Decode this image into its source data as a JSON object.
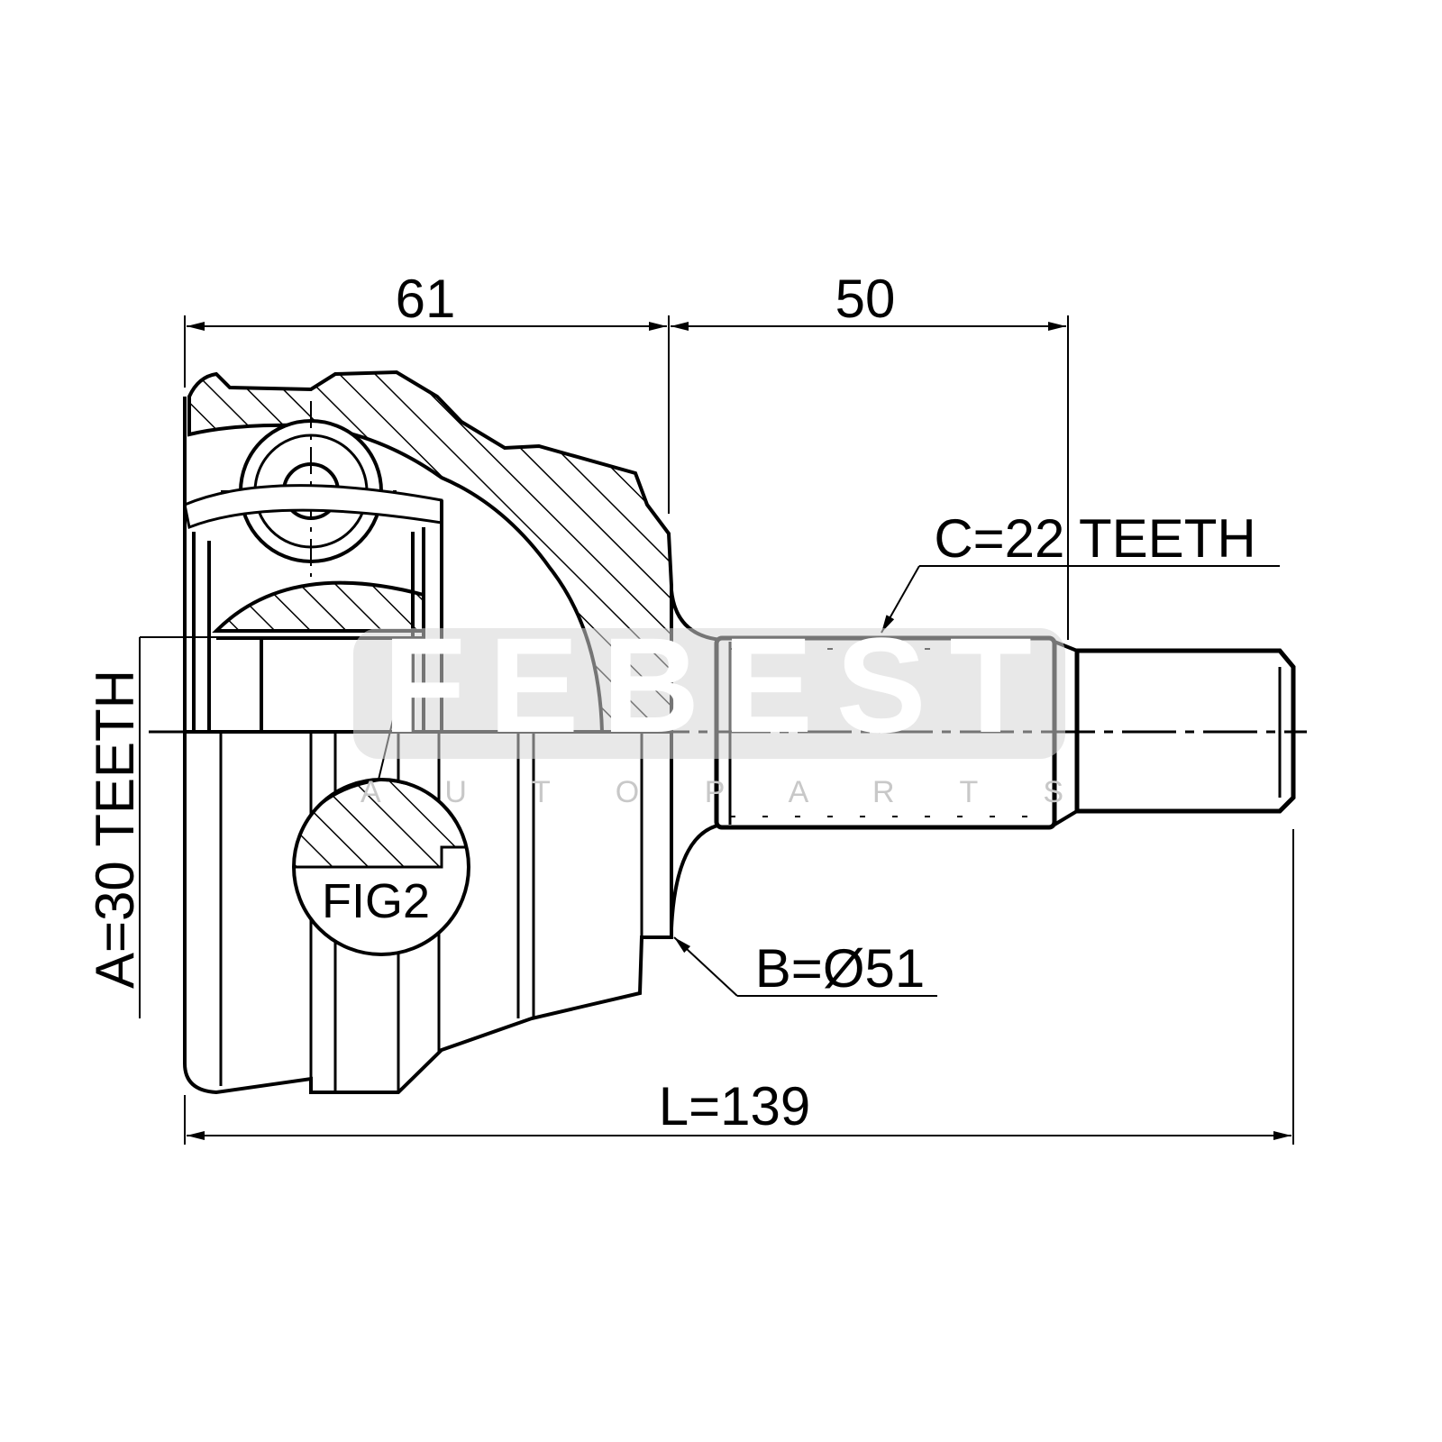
{
  "dimensions": {
    "width_61": "61",
    "width_50": "50",
    "length": "L=139",
    "spline_c": "C=22 TEETH",
    "spline_a": "A=30 TEETH",
    "diameter_b": "B=Ø51"
  },
  "figure_label": "FIG2",
  "watermark": {
    "brand": "FEBEST",
    "sub": "A U T O P A R T S"
  },
  "colors": {
    "line": "#000000",
    "watermark_bg": "#e3e3e3"
  }
}
